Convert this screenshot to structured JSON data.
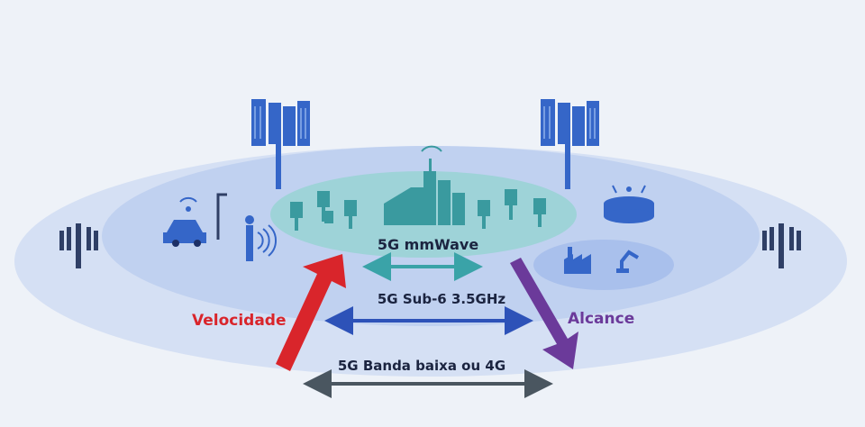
{
  "labels": {
    "mmwave": "5G mmWave",
    "sub6": "5G Sub-6 3.5GHz",
    "lowband": "5G Banda baixa ou 4G",
    "speed": "Velocidade",
    "range": "Alcance"
  },
  "colors": {
    "background": "#eef2f8",
    "outer_zone": "#d5e0f4",
    "middle_zone": "#c0d1f0",
    "inner_zone": "#9ed3d8",
    "icon_blue": "#3566c8",
    "icon_teal": "#3a9a9f",
    "speed_arrow": "#d9252b",
    "range_arrow": "#6b3a9a",
    "mmwave_arrow": "#3aa3a8",
    "sub6_arrow": "#2d52b8",
    "lowband_arrow": "#4a5660"
  }
}
